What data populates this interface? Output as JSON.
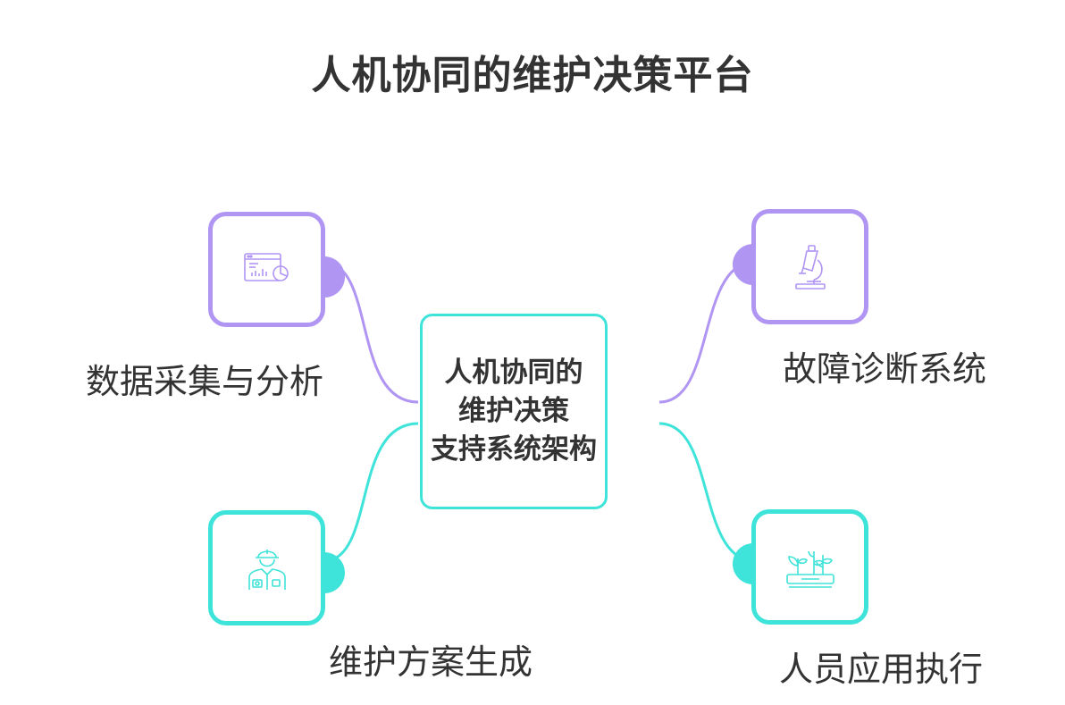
{
  "title": "人机协同的维护决策平台",
  "center": {
    "label": "人机协同的\n维护决策\n支持系统架构"
  },
  "nodes": [
    {
      "label": "数据采集与分析",
      "icon": "dashboard-chart-icon",
      "color": "#b095f3"
    },
    {
      "label": "故障诊断系统",
      "icon": "microscope-icon",
      "color": "#b095f3"
    },
    {
      "label": "维护方案生成",
      "icon": "engineer-worker-icon",
      "color": "#3ee3d9"
    },
    {
      "label": "人员应用执行",
      "icon": "plant-seedlings-icon",
      "color": "#3ee3d9"
    }
  ],
  "colors": {
    "purple": "#b095f3",
    "teal": "#3ee3d9",
    "text": "#333333"
  }
}
